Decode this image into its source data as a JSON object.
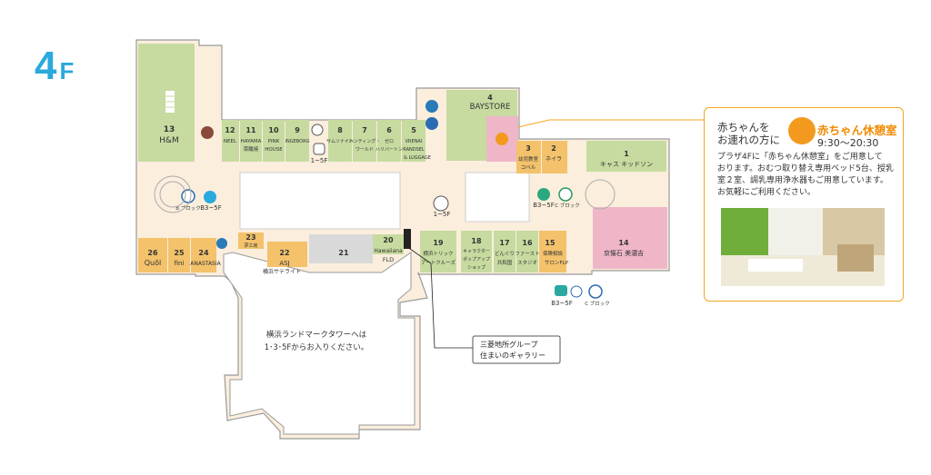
{
  "floor": {
    "number": "4",
    "suffix": "F"
  },
  "stores": [
    {
      "num": "13",
      "name": "H&M"
    },
    {
      "num": "12",
      "name": "NEEL"
    },
    {
      "num": "11",
      "name": "HAYAMA",
      "name2": "菜酸焼"
    },
    {
      "num": "10",
      "name": "PINK",
      "name2": "HOUSE"
    },
    {
      "num": "9",
      "name": "INGEBORG"
    },
    {
      "num": "8",
      "name": "サムソナイト"
    },
    {
      "num": "7",
      "name": "ハンティング・",
      "name2": "ワールド"
    },
    {
      "num": "6",
      "name": "ゼロ",
      "name2": "ハリバートン"
    },
    {
      "num": "5",
      "name": "VRENAI",
      "name2": "RANDSEL",
      "name3": "& LUGGAGE"
    },
    {
      "num": "4",
      "name": "BAYSTORE"
    },
    {
      "num": "3",
      "name": "幼児教室",
      "name2": "コペル"
    },
    {
      "num": "2",
      "name": "ネイラ"
    },
    {
      "num": "1",
      "name": "キャス キッドソン"
    },
    {
      "num": "14",
      "name": "京懐石 美濃吉"
    },
    {
      "num": "15",
      "name": "保険相談",
      "name2": "サロンFLP"
    },
    {
      "num": "16",
      "name": "ファースト",
      "name2": "スタジオ"
    },
    {
      "num": "17",
      "name": "どんぐり",
      "name2": "共和国"
    },
    {
      "num": "18",
      "name": "キャラクター",
      "name2": "ポップアップ",
      "name3": "ショップ"
    },
    {
      "num": "19",
      "name": "横浜トリック",
      "name2": "アートクルーズ"
    },
    {
      "num": "20",
      "name": "Hawaiiana",
      "name2": "FLD"
    },
    {
      "num": "21",
      "name": ""
    },
    {
      "num": "22",
      "name": "ASJ",
      "name2": "横浜サテライト"
    },
    {
      "num": "23",
      "name": "夢工房"
    },
    {
      "num": "24",
      "name": "ANASTASIA"
    },
    {
      "num": "25",
      "name": "fini"
    },
    {
      "num": "26",
      "name": "Quōl"
    }
  ],
  "facilities": {
    "elevator_left": "1~5F",
    "elevator_mid": "1~5F",
    "escalator_left": "B3~5F",
    "escalator_right": "B3~5F",
    "escalator_bottom": "B3~5F",
    "parking_left": "B ブロック",
    "parking_right": "C ブロック",
    "parking_bottom": "C ブロック"
  },
  "notes": {
    "landmark_tower": "横浜ランドマークタワーへは\n1･3･5Fからお入りください。",
    "gallery_line1": "三菱地所グループ",
    "gallery_line2": "住まいのギャラリー"
  },
  "info": {
    "lead": "赤ちゃんを\nお連れの方に",
    "title": "赤ちゃん休憩室",
    "hours": "9:30～20:30",
    "body": "プラザ4Fに「赤ちゃん休憩室」をご用意して\nおります。おむつ取り替え専用ベッド5台、授乳\n室２室、調乳専用浄水器もご用意しています。\nお気軽にご利用ください。"
  },
  "colors": {
    "accent": "#2aa9dc",
    "shop_green": "#c7dba0",
    "shop_orange": "#f3c26b",
    "shop_pink": "#efb6c8",
    "corridor": "#fbeedd",
    "info_border": "#f5a623"
  }
}
